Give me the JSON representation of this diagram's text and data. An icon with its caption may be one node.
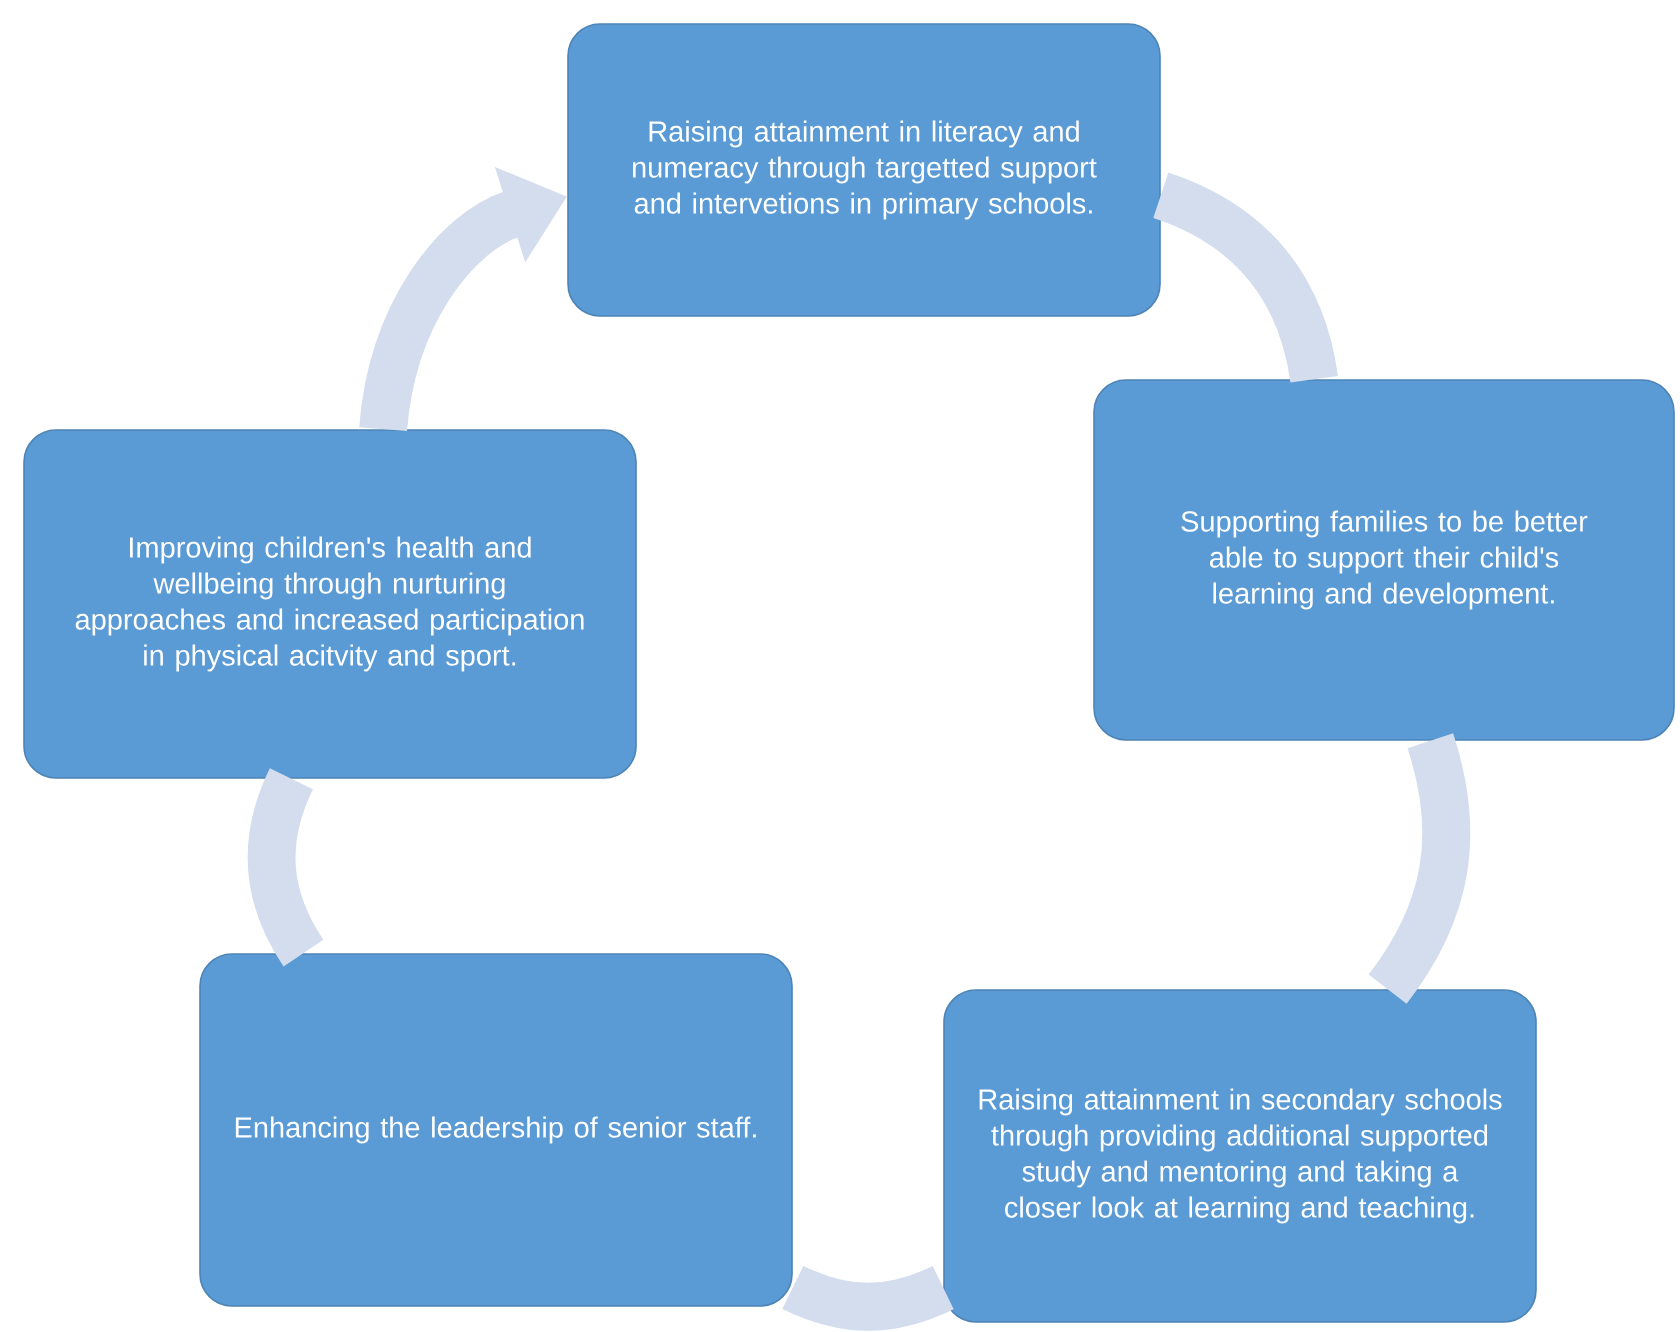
{
  "diagram": {
    "nodes": [
      {
        "text": [
          "Raising attainment in literacy and numeracy through targetted support and intervetions in primary schools."
        ]
      },
      {
        "text": [
          "Supporting families to be better able to support their child's learning and development."
        ]
      },
      {
        "text": [
          "Raising attainment in secondary schools through providing additional supported study and mentoring and taking a closer look at learning and teaching."
        ]
      },
      {
        "text": [
          "Enhancing the leadership of senior staff."
        ]
      },
      {
        "text": [
          "Improving children's health and wellbeing through nurturing approaches and increased participation in physical acitvity and sport."
        ]
      }
    ],
    "edges": [
      {
        "from": 0,
        "to": 1,
        "arrow": "none"
      },
      {
        "from": 1,
        "to": 2,
        "arrow": "none"
      },
      {
        "from": 2,
        "to": 3,
        "arrow": "none"
      },
      {
        "from": 3,
        "to": 4,
        "arrow": "none"
      },
      {
        "from": 4,
        "to": 0,
        "arrow": "to"
      }
    ]
  }
}
